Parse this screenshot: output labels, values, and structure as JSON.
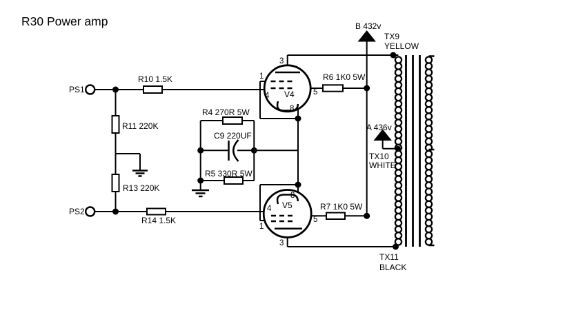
{
  "title": "R30 Power amp",
  "colors": {
    "ink": "#000000",
    "paper": "#ffffff"
  },
  "inputs": {
    "ps1": "PS1",
    "ps2": "PS2"
  },
  "resistors": {
    "r10": "R10 1.5K",
    "r11": "R11 220K",
    "r13": "R13 220K",
    "r14": "R14 1.5K",
    "r4": "R4 270R 5W",
    "r5": "R5 330R 5W",
    "r6": "R6 1K0 5W",
    "r7": "R7 1K0 5W"
  },
  "capacitors": {
    "c9": "C9 220UF"
  },
  "tubes": {
    "v4": {
      "name": "V4",
      "pins": {
        "plate": "3",
        "suppressor": "1",
        "grid": "4",
        "screen": "5",
        "cathode": "8"
      }
    },
    "v5": {
      "name": "V5",
      "pins": {
        "plate": "3",
        "suppressor": "1",
        "grid": "4",
        "screen": "5",
        "cathode": "8"
      }
    }
  },
  "supplies": {
    "b_plus": "B 432v",
    "a_plus": "A 436v"
  },
  "transformer": {
    "tx9": {
      "id": "TX9",
      "wire": "YELLOW"
    },
    "tx10": {
      "id": "TX10",
      "wire": "WHITE"
    },
    "tx11": {
      "id": "TX11",
      "wire": "BLACK"
    }
  }
}
